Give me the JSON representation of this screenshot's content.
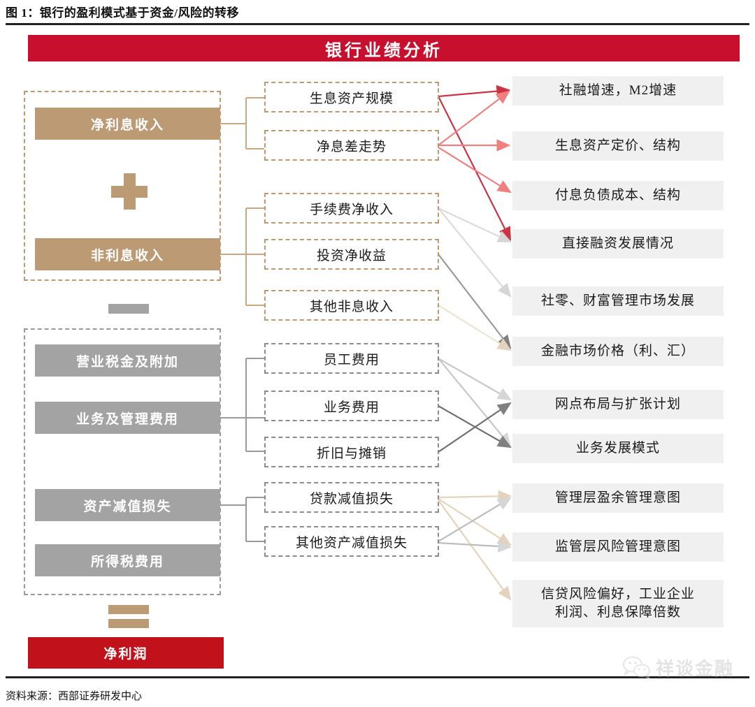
{
  "figure": {
    "caption": "图 1：银行的盈利模式基于资金/风险的转移",
    "source": "资料来源：西部证券研发中心",
    "banner_title": "银行业绩分析",
    "banner_color": "#C8102E"
  },
  "colors": {
    "tan": "#BC9A73",
    "gray": "#A3A3A3",
    "red": "#C1121C",
    "right_box_bg": "#F0F0F0",
    "arrow_red": "#CC3344",
    "arrow_pink": "#F08080",
    "arrow_gray": "#808080",
    "arrow_lightgray": "#DCDCDC",
    "arrow_beige": "#E8D9C5"
  },
  "operators": {
    "plus": "+",
    "minus": "−",
    "equals": "="
  },
  "left_column": {
    "income_group": [
      {
        "label": "净利息收入",
        "style": "tan"
      },
      {
        "label": "非利息收入",
        "style": "tan"
      }
    ],
    "expense_group": [
      {
        "label": "营业税金及附加",
        "style": "gray"
      },
      {
        "label": "业务及管理费用",
        "style": "gray"
      },
      {
        "label": "资产减值损失",
        "style": "gray"
      },
      {
        "label": "所得税费用",
        "style": "gray"
      }
    ],
    "result": {
      "label": "净利润",
      "style": "red"
    }
  },
  "middle_column": [
    {
      "label": "生息资产规模",
      "style": "tan"
    },
    {
      "label": "净息差走势",
      "style": "tan"
    },
    {
      "label": "手续费净收入",
      "style": "tan"
    },
    {
      "label": "投资净收益",
      "style": "tan"
    },
    {
      "label": "其他非息收入",
      "style": "tan"
    },
    {
      "label": "员工费用",
      "style": "gray"
    },
    {
      "label": "业务费用",
      "style": "gray"
    },
    {
      "label": "折旧与摊销",
      "style": "gray"
    },
    {
      "label": "贷款减值损失",
      "style": "gray"
    },
    {
      "label": "其他资产减值损失",
      "style": "gray"
    }
  ],
  "right_column": [
    {
      "label": "社融增速，M2增速"
    },
    {
      "label": "生息资产定价、结构"
    },
    {
      "label": "付息负债成本、结构"
    },
    {
      "label": "直接融资发展情况"
    },
    {
      "label": "社零、财富管理市场发展"
    },
    {
      "label": "金融市场价格（利、汇）"
    },
    {
      "label": "网点布局与扩张计划"
    },
    {
      "label": "业务发展模式"
    },
    {
      "label": "管理层盈余管理意图"
    },
    {
      "label": "监管层风险管理意图"
    },
    {
      "label": "信贷风险偏好，工业企业\n利润、利息保障倍数"
    }
  ],
  "watermark": {
    "text": "祥谈金融",
    "icon": "wechat-icon"
  },
  "chart_data": {
    "type": "diagram",
    "title": "银行业绩分析",
    "nodes": {
      "drivers_left": [
        "净利息收入",
        "非利息收入",
        "营业税金及附加",
        "业务及管理费用",
        "资产减值损失",
        "所得税费用",
        "净利润"
      ],
      "components_mid": [
        "生息资产规模",
        "净息差走势",
        "手续费净收入",
        "投资净收益",
        "其他非息收入",
        "员工费用",
        "业务费用",
        "折旧与摊销",
        "贷款减值损失",
        "其他资产减值损失"
      ],
      "factors_right": [
        "社融增速，M2增速",
        "生息资产定价、结构",
        "付息负债成本、结构",
        "直接融资发展情况",
        "社零、财富管理市场发展",
        "金融市场价格（利、汇）",
        "网点布局与扩张计划",
        "业务发展模式",
        "管理层盈余管理意图",
        "监管层风险管理意图",
        "信贷风险偏好，工业企业利润、利息保障倍数"
      ]
    },
    "edges": [
      {
        "from": "生息资产规模",
        "to": "社融增速，M2增速"
      },
      {
        "from": "生息资产规模",
        "to": "直接融资发展情况"
      },
      {
        "from": "净息差走势",
        "to": "社融增速，M2增速"
      },
      {
        "from": "净息差走势",
        "to": "生息资产定价、结构"
      },
      {
        "from": "净息差走势",
        "to": "付息负债成本、结构"
      },
      {
        "from": "手续费净收入",
        "to": "直接融资发展情况"
      },
      {
        "from": "手续费净收入",
        "to": "社零、财富管理市场发展"
      },
      {
        "from": "投资净收益",
        "to": "金融市场价格（利、汇）"
      },
      {
        "from": "其他非息收入",
        "to": "金融市场价格（利、汇）"
      },
      {
        "from": "员工费用",
        "to": "网点布局与扩张计划"
      },
      {
        "from": "员工费用",
        "to": "业务发展模式"
      },
      {
        "from": "业务费用",
        "to": "网点布局与扩张计划"
      },
      {
        "from": "折旧与摊销",
        "to": "网点布局与扩张计划"
      },
      {
        "from": "贷款减值损失",
        "to": "管理层盈余管理意图"
      },
      {
        "from": "贷款减值损失",
        "to": "监管层风险管理意图"
      },
      {
        "from": "贷款减值损失",
        "to": "信贷风险偏好，工业企业利润、利息保障倍数"
      },
      {
        "from": "其他资产减值损失",
        "to": "管理层盈余管理意图"
      },
      {
        "from": "其他资产减值损失",
        "to": "监管层风险管理意图"
      }
    ]
  }
}
